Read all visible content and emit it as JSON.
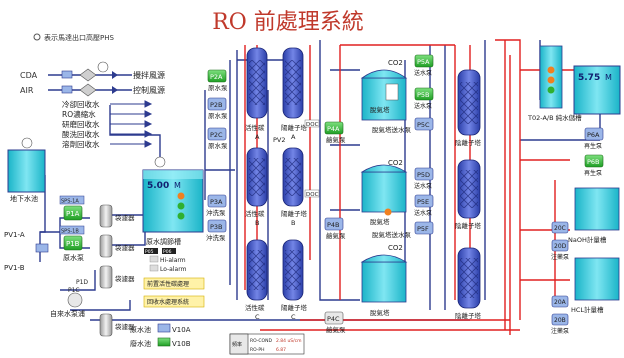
{
  "title": "RO 前處理系統",
  "legend_note": "表示馬達出口高壓PHS",
  "colors": {
    "title": "#c0392b",
    "pipe_blue": "#2d3b8f",
    "pipe_red": "#e02020",
    "pump_green": "#2fb030",
    "tank_cyan": "#27c4d8",
    "filter_blue": "#3e55c8",
    "panel_yellow": "#fff2a8"
  },
  "inlets": {
    "cda": "CDA",
    "air": "AIR",
    "cda_to": "攪拌風源",
    "air_to": "控制風源"
  },
  "return_list": [
    "冷卻回收水",
    "RO濃縮水",
    "研磨回收水",
    "酸洗回收水",
    "溶劑回收水"
  ],
  "left": {
    "underground_tank": "地下水池",
    "pv1a": "PV1-A",
    "pv1b": "PV1-B",
    "sps1a": "SPS-1A",
    "sps1b": "SPS-1B",
    "p1a": "P1A",
    "p1b": "P1B",
    "pump_label": "原水泵",
    "p1c": "P1C",
    "tap_pump": "自來水泵浦",
    "p1d": "P1D",
    "bag_filter": "袋濾器",
    "bag_filters": [
      "袋濾器",
      "袋濾器",
      "袋濾器",
      "袋濾器"
    ]
  },
  "raw_tank": {
    "level": "5.00",
    "unit": "M",
    "name": "原水調節槽",
    "hi": "Hi-alarm",
    "lo": "Lo-alarm",
    "tag1": "P05",
    "tag2": "P06",
    "note1": "前置活性碳處理",
    "note2": "回收水處理系統"
  },
  "pumps_mid": {
    "p2a": "P2A",
    "p2b": "P2B",
    "p2c": "P2C",
    "p3a": "P3A",
    "p3b": "P3B",
    "raw_pump": "原水泵",
    "backwash": "沖洗泵"
  },
  "carbon": {
    "label": "活性碳",
    "a": "A",
    "b": "B",
    "c": "C",
    "pv2": "PV2"
  },
  "sand": {
    "label": "陽離子塔",
    "a": "A",
    "b": "B",
    "c": "C"
  },
  "degas": {
    "co2": "CO2",
    "tank": "脫氣塔",
    "p4a": "P4A",
    "p4b": "P4B",
    "p4c": "P4C",
    "pump": "脫氣塔供水泵",
    "boost": "鹼氣泵",
    "doc": "DOC"
  },
  "deion": {
    "p5a": "P5A",
    "p5b": "P5B",
    "p5c": "P5C",
    "p5d": "P5D",
    "p5e": "P5E",
    "p5f": "P5F",
    "water_pump": "送水泵",
    "label": "陰離子塔",
    "pump_row": "脫氣塔送水泵"
  },
  "right": {
    "storage_level": "5.75",
    "storage_unit": "M",
    "storage_name": "T02-A/B 純水儲槽",
    "p6a": "P6A",
    "p6b": "P6B",
    "p6_label": "再生泵",
    "naoh_name": "NaOH計量槽",
    "hcl_name": "HCL計量槽",
    "p20c": "20C",
    "p20d": "20D",
    "p20a": "20A",
    "p20b": "20B",
    "dose_pump": "注藥泵"
  },
  "bottom": {
    "v10a": "V10A",
    "v10b": "V10B",
    "raw_water": "原水池",
    "collect": "廢水池",
    "meter_tag": "頻率",
    "ro_cond_label": "RO-COND",
    "ro_cond_value": "2.84 uS/cm",
    "ro_ph_label": "RO-PH",
    "ro_ph_value": "6.87"
  }
}
